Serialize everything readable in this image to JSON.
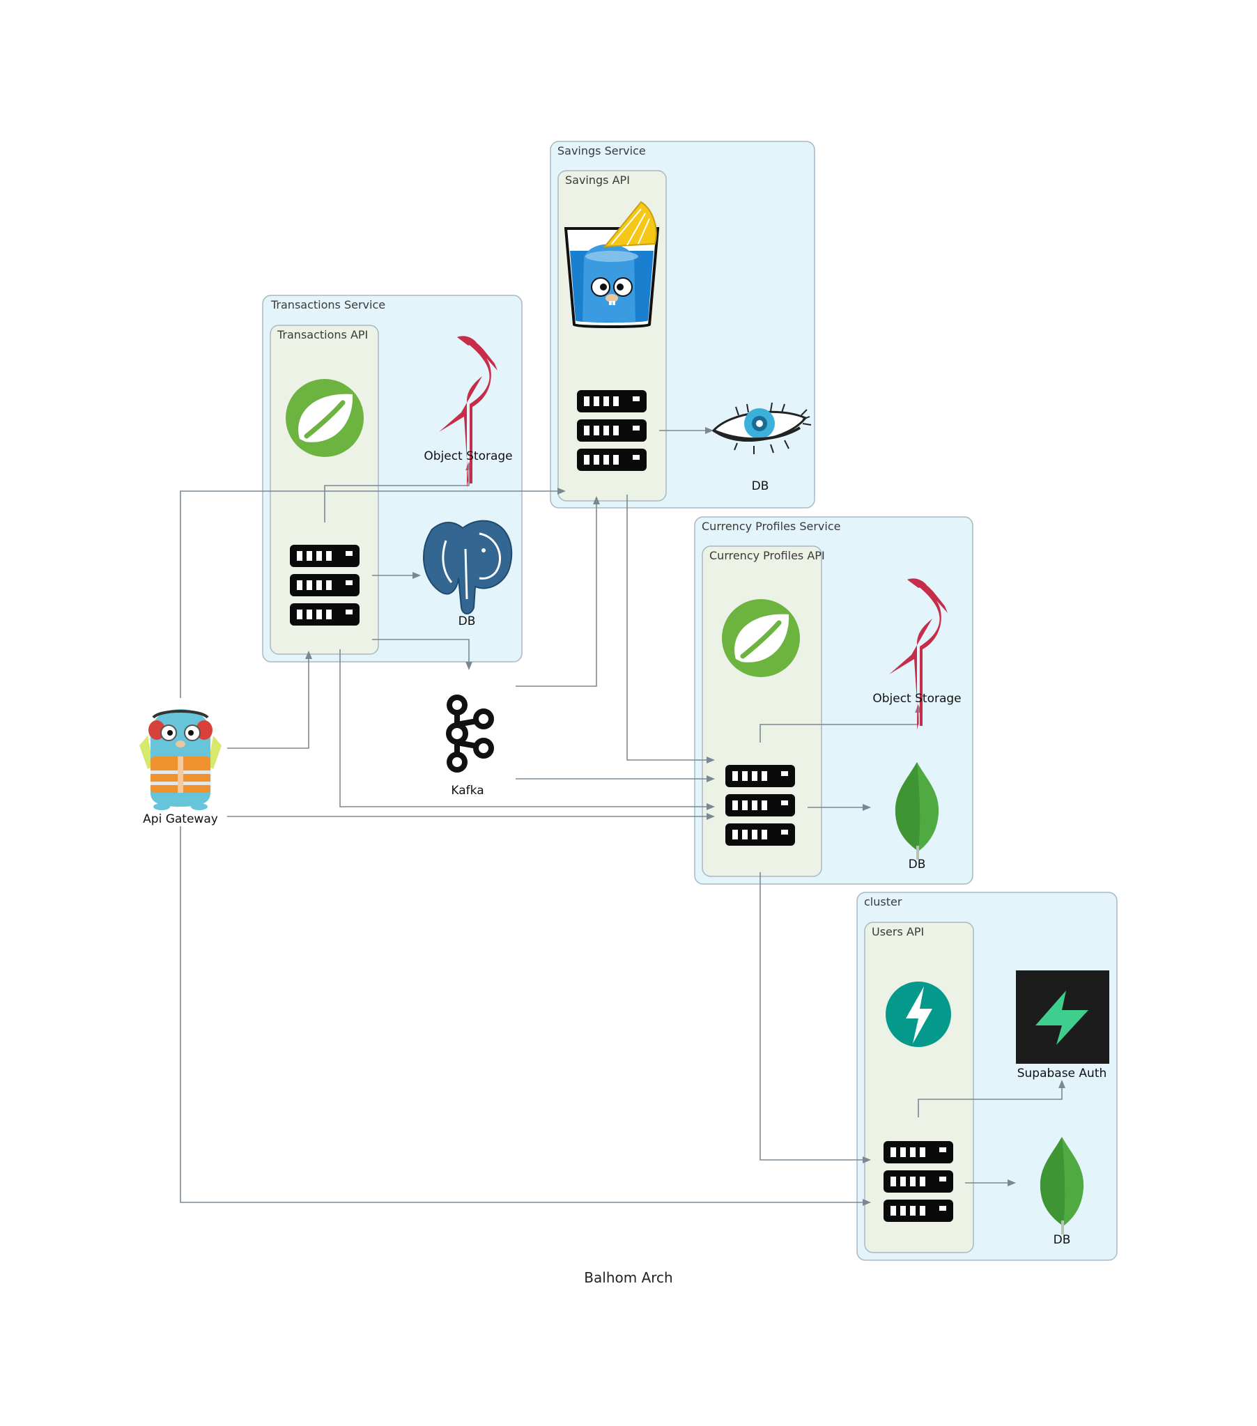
{
  "title": "Balhom Arch",
  "clusters": {
    "transactions_service": "Transactions Service",
    "transactions_api": "Transactions API",
    "savings_service": "Savings Service",
    "savings_api": "Savings API",
    "currency_service": "Currency Profiles Service",
    "currency_api": "Currency Profiles API",
    "users_cluster": "cluster",
    "users_api": "Users API"
  },
  "nodes": {
    "api_gateway": "Api Gateway",
    "kafka": "Kafka",
    "tx_object_storage": "Object Storage",
    "tx_db": "DB",
    "savings_db": "DB",
    "currency_object_storage": "Object Storage",
    "currency_db": "DB",
    "supabase_auth": "Supabase Auth",
    "users_db": "DB"
  },
  "icons": {
    "api_gateway": "gopher-mascot-icon",
    "tx_framework": "spring-icon",
    "tx_server": "server-rack-icon",
    "tx_object_storage": "minio-icon",
    "tx_db": "postgresql-icon",
    "savings_framework": "gin-gopher-icon",
    "savings_server": "server-rack-icon",
    "savings_db": "cassandra-icon",
    "currency_framework": "spring-icon",
    "currency_server": "server-rack-icon",
    "currency_object_storage": "minio-icon",
    "currency_db": "mongodb-icon",
    "kafka": "kafka-icon",
    "users_framework": "fastapi-icon",
    "users_server": "server-rack-icon",
    "supabase_auth": "supabase-icon",
    "users_db": "mongodb-icon"
  },
  "colors": {
    "cluster_fill": "#e3f4fb",
    "api_fill": "#ecf2e6",
    "border": "#a9b8c3",
    "edge": "#7b8894",
    "spring": "#6db33f",
    "minio": "#c72c48",
    "postgres": "#336791",
    "mongodb": "#4faa41",
    "fastapi": "#05998b",
    "supabase": "#3ecf8e"
  }
}
